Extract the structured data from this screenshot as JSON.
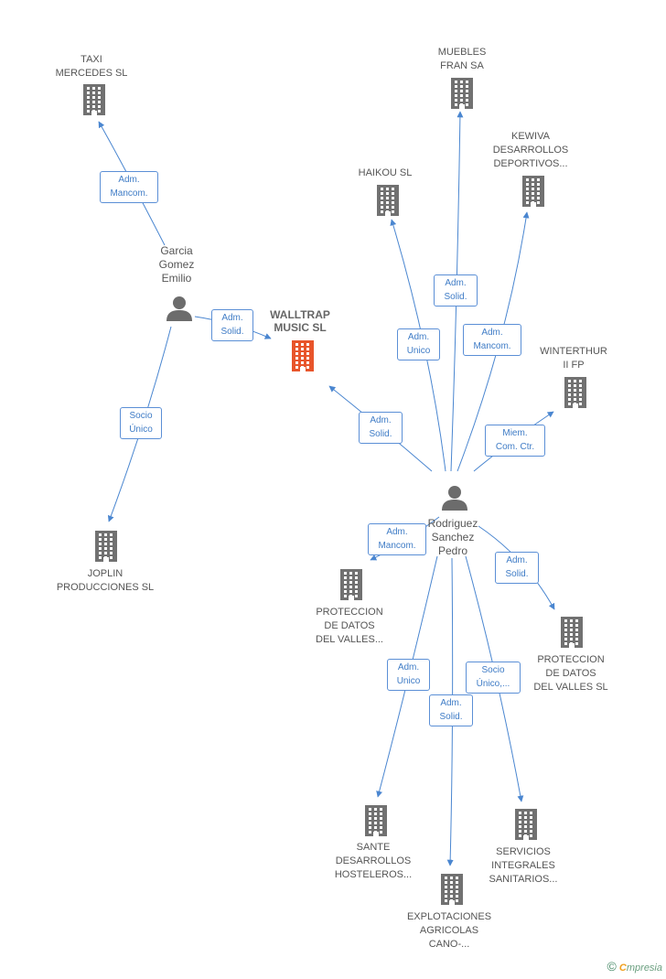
{
  "colors": {
    "edge": "#4a86d0",
    "building": "#717171",
    "focus_building": "#e8552b",
    "person": "#6c6c6c"
  },
  "companies": {
    "taxi_mercedes": "TAXI\nMERCEDES SL",
    "muebles_fran": "MUEBLES\nFRAN SA",
    "kewiva": "KEWIVA\nDESARROLLOS\nDEPORTIVOS...",
    "haikou": "HAIKOU SL",
    "walltrap": "WALLTRAP\nMUSIC SL",
    "winterthur": "WINTERTHUR\nII FP",
    "joplin": "JOPLIN\nPRODUCCIONES SL",
    "proteccion_1": "PROTECCION\nDE DATOS\nDEL VALLES...",
    "proteccion_2": "PROTECCION\nDE DATOS\nDEL VALLES SL",
    "sante": "SANTE\nDESARROLLOS\nHOSTELEROS...",
    "servicios": "SERVICIOS\nINTEGRALES\nSANITARIOS...",
    "explotaciones": "EXPLOTACIONES\nAGRICOLAS\nCANO-..."
  },
  "persons": {
    "garcia": "Garcia\nGomez\nEmilio",
    "rodriguez": "Rodriguez\nSanchez\nPedro"
  },
  "edge_labels": {
    "garcia_taxi": "Adm.\nMancom.",
    "garcia_walltrap": "Adm.\nSolid.",
    "garcia_joplin": "Socio\nÚnico",
    "rod_walltrap": "Adm.\nSolid.",
    "rod_haikou": "Adm.\nUnico",
    "rod_muebles": "Adm.\nSolid.",
    "rod_kewiva": "Adm.\nMancom.",
    "rod_winterthur": "Miem.\nCom. Ctr.",
    "rod_prot1": "Adm.\nMancom.",
    "rod_prot2": "Adm.\nSolid.",
    "rod_sante": "Adm.\nUnico",
    "rod_explot": "Adm.\nSolid.",
    "rod_servicios": "Socio\nÚnico,..."
  },
  "footer": {
    "copyright": "©",
    "brand_initial": "C",
    "brand_rest": "mpresia"
  }
}
